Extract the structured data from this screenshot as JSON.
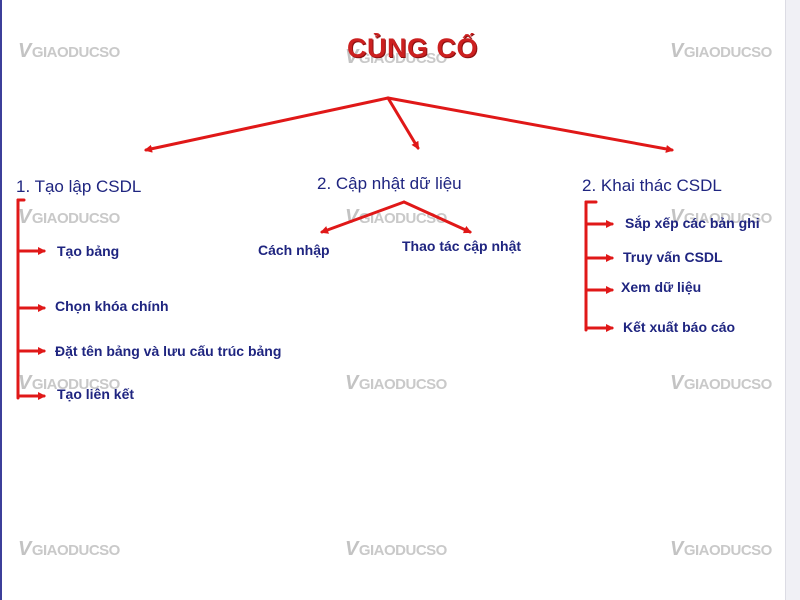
{
  "title": "CỦNG CỐ",
  "watermark": "GIAODUCSO",
  "branches": [
    {
      "heading": "1. Tạo lập CSDL",
      "items": [
        "Tạo bảng",
        "Chọn khóa chính",
        "Đặt tên bảng và lưu cấu trúc bảng",
        "Tạo liên kết"
      ]
    },
    {
      "heading": "2. Cập nhật dữ liệu",
      "items": [
        "Cách nhập",
        "Thao tác cập nhật"
      ]
    },
    {
      "heading": "2. Khai thác CSDL",
      "items": [
        "Sắp xếp các bản ghi",
        "Truy vấn CSDL",
        "Xem dữ liệu",
        "Kết xuất báo cáo"
      ]
    }
  ],
  "colors": {
    "title": "#cc2020",
    "text": "#1f2580",
    "connector": "#e01818",
    "watermark": "#c4c4c4"
  }
}
